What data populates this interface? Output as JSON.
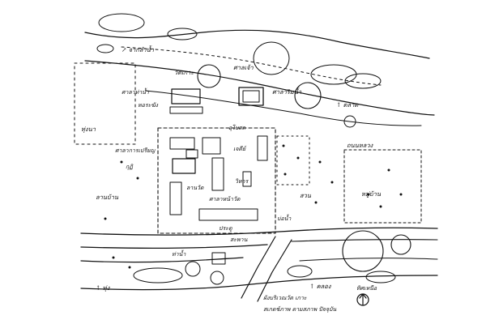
{
  "diagram": {
    "labels": {
      "tl_river": "↗ จากลำน้ำ",
      "top_center": "วัดเกาะ",
      "top_shrine": "ศาลเจ้า",
      "label_r1": "ศาลาริมน้ำ",
      "arrow_right_top": "↑ ตลาด",
      "upper_left_1": "ศาลาท่าน้ำ",
      "upper_left_2": "หอระฆัง",
      "left_field": "ทุ่งนา",
      "mid_left_1": "ศาลาการเปรียญ",
      "mid_left_2": "กุฏิ",
      "center_top": "อุโบสถ",
      "center_mid_1": "เจดีย์",
      "center_mid_2": "วิหาร",
      "right_road": "ถนนหลวง",
      "right_area": "หมู่บ้าน",
      "right_field": "สวน",
      "center_low_1": "ลานวัด",
      "center_low_2": "ศาลาหน้าวัด",
      "center_low_3": "ประตู",
      "left_low": "ลานบ้าน",
      "lower_mid_1": "ท่าน้ำ",
      "lower_mid_2": "สะพาน",
      "lower_right_1": "บ่อน้ำ",
      "bottom_left": "↑ ทุ่ง",
      "bottom_mid": "↑ คลอง",
      "bottom_sign_1": "ผังบริเวณวัด เกาะ",
      "bottom_sign_2": "สเกตช์ภาพ ตามสภาพ ปัจจุบัน",
      "north": "ทิศเหนือ"
    }
  }
}
